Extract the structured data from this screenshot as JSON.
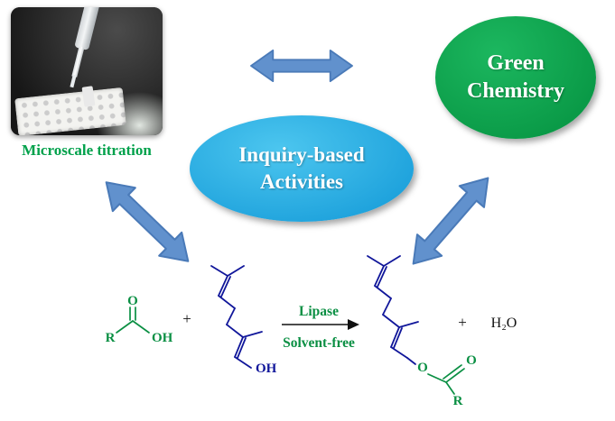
{
  "photo": {
    "caption": "Microscale titration"
  },
  "bubbles": {
    "green_chemistry": {
      "line1": "Green",
      "line2": "Chemistry"
    },
    "inquiry": {
      "line1": "Inquiry-based",
      "line2": "Activities"
    }
  },
  "reaction": {
    "acid": {
      "carbonyl_o": "O",
      "r_group": "R",
      "hydroxyl": "OH"
    },
    "plus_left": "+",
    "alcohol": {
      "hydroxyl": "OH"
    },
    "conditions": {
      "above_arrow": "Lipase",
      "below_arrow": "Solvent-free"
    },
    "ester": {
      "ester_o": "O",
      "carbonyl_o": "O",
      "r_group": "R"
    },
    "plus_right": "+",
    "byproduct": "H₂O"
  },
  "colors": {
    "bubble_green": "#0fa04f",
    "bubble_blue": "#2bade3",
    "arrow_blue": "#6191cd",
    "structure_green": "#0a8f43",
    "structure_blue": "#10169a",
    "caption_green": "#00a14b"
  }
}
